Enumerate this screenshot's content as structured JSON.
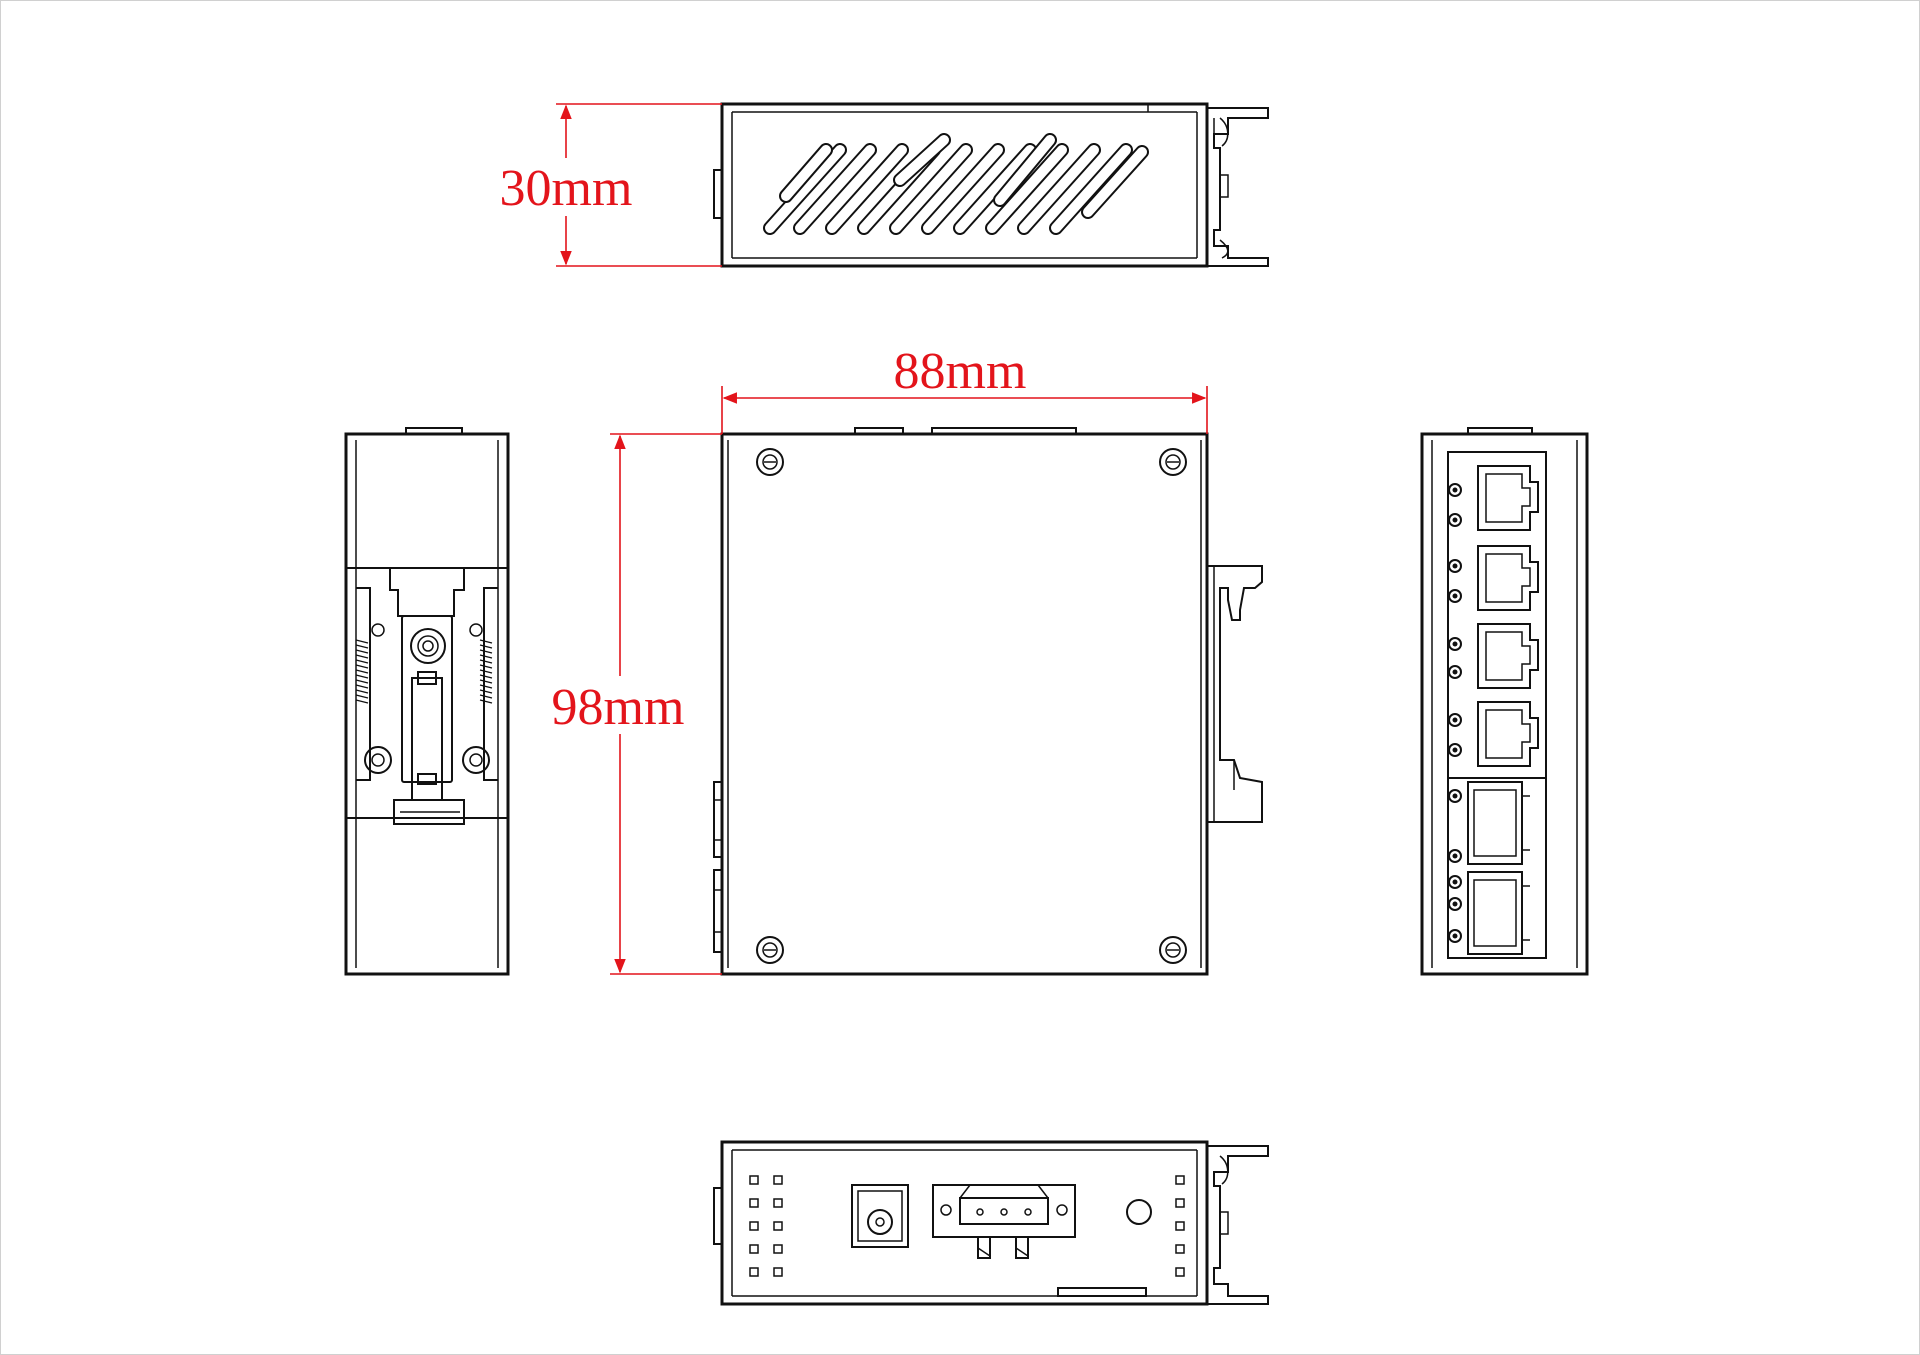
{
  "dimensions": {
    "height_label": "30mm",
    "width_label": "88mm",
    "depth_label": "98mm"
  },
  "colors": {
    "dimension": "#e3141b",
    "outline": "#111111",
    "background": "#ffffff"
  }
}
